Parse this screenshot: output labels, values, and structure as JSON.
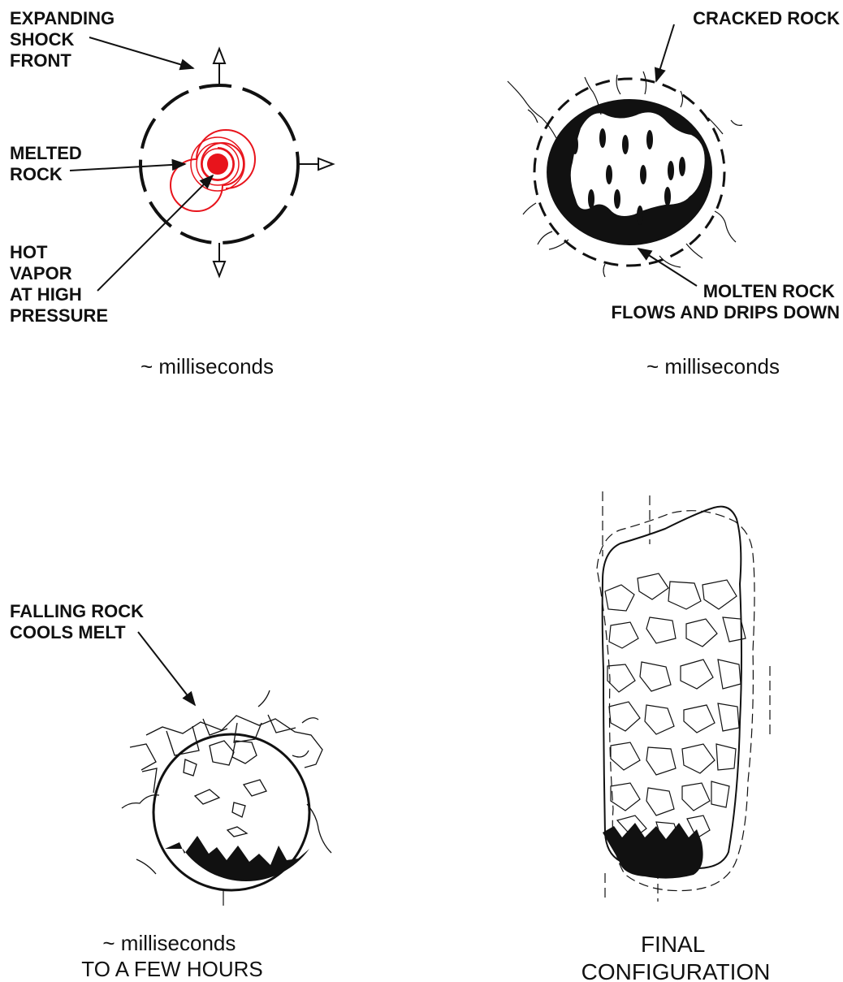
{
  "panels": [
    {
      "labels": {
        "shock_front": [
          "EXPANDING",
          "SHOCK",
          "FRONT"
        ],
        "melted_rock": [
          "MELTED",
          "ROCK"
        ],
        "hot_vapor": [
          "HOT",
          "VAPOR",
          "AT HIGH",
          "PRESSURE"
        ]
      },
      "caption": [
        "~ milliseconds"
      ]
    },
    {
      "labels": {
        "cracked_rock": [
          "CRACKED ROCK"
        ],
        "molten_rock": [
          "MOLTEN ROCK",
          "FLOWS AND DRIPS DOWN"
        ]
      },
      "caption": [
        "~ milliseconds"
      ]
    },
    {
      "labels": {
        "falling_rock": [
          "FALLING ROCK",
          "COOLS MELT"
        ]
      },
      "caption": [
        "~ milliseconds",
        "TO A FEW HOURS"
      ]
    },
    {
      "labels": {},
      "caption": [
        "FINAL",
        "CONFIGURATION"
      ]
    }
  ],
  "colors": {
    "ink": "#111111",
    "melt": "#e8141c",
    "background": "#ffffff"
  }
}
